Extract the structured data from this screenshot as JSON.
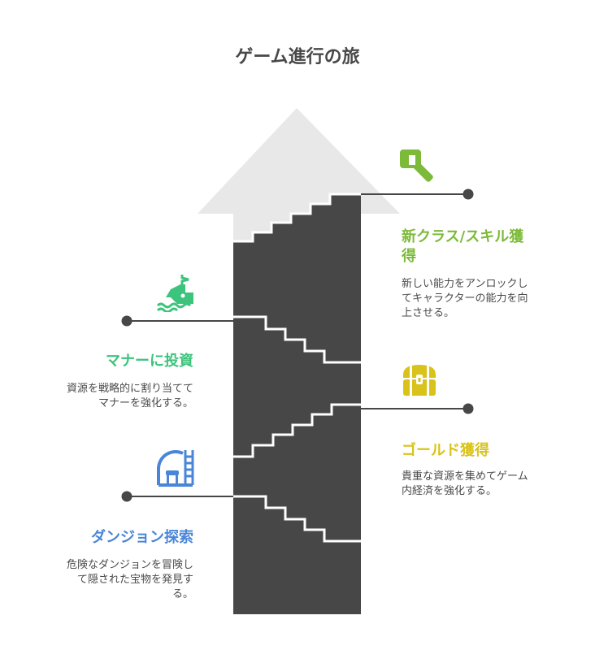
{
  "title": "ゲーム進行の旅",
  "colors": {
    "arrow_bg": "#e8e8e8",
    "stair": "#474747",
    "line": "#474747",
    "green_light": "#7dba3a",
    "green": "#3cc47c",
    "yellow": "#d9c31a",
    "blue": "#4a86d8"
  },
  "steps": [
    {
      "title": "新クラス/スキル獲\n得",
      "description": "新しい能力をアンロックし\nてキャラクターの能力を向\n上させる。",
      "icon": "hand-pointing-icon",
      "color": "#7dba3a",
      "side": "right"
    },
    {
      "title": "マナーに投資",
      "description": "資源を戦略的に割り当てて\nマナーを強化する。",
      "icon": "sinking-ship-icon",
      "color": "#3cc47c",
      "side": "left"
    },
    {
      "title": "ゴールド獲得",
      "description": "貴重な資源を集めてゲーム\n内経済を強化する。",
      "icon": "treasure-chest-icon",
      "color": "#d9c31a",
      "side": "right"
    },
    {
      "title": "ダンジョン探索",
      "description": "危険なダンジョンを冒険し\nて隠された宝物を発見す\nる。",
      "icon": "dungeon-gate-icon",
      "color": "#4a86d8",
      "side": "left"
    }
  ]
}
